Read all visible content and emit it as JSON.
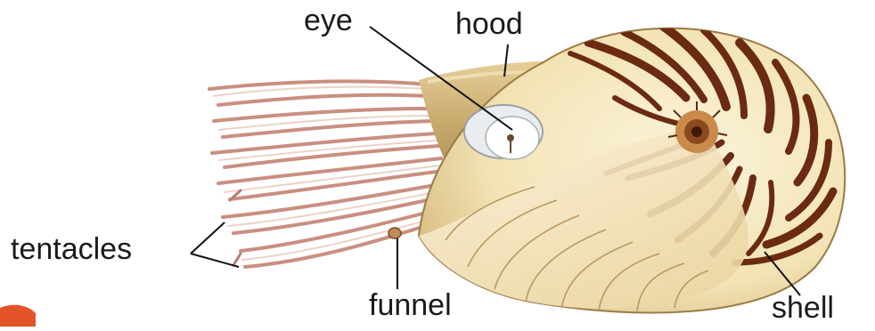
{
  "labels": {
    "eye": "eye",
    "hood": "hood",
    "tentacles": "tentacles",
    "funnel": "funnel",
    "shell": "shell"
  },
  "colors": {
    "shell_cream": "#f6ebc7",
    "stripe_brown": "#6b2a12",
    "hood_tan": "#c9ad74",
    "tentacle_pink": "#d9a394",
    "leader_line": "#111111",
    "corner_accent": "#e2532a"
  }
}
